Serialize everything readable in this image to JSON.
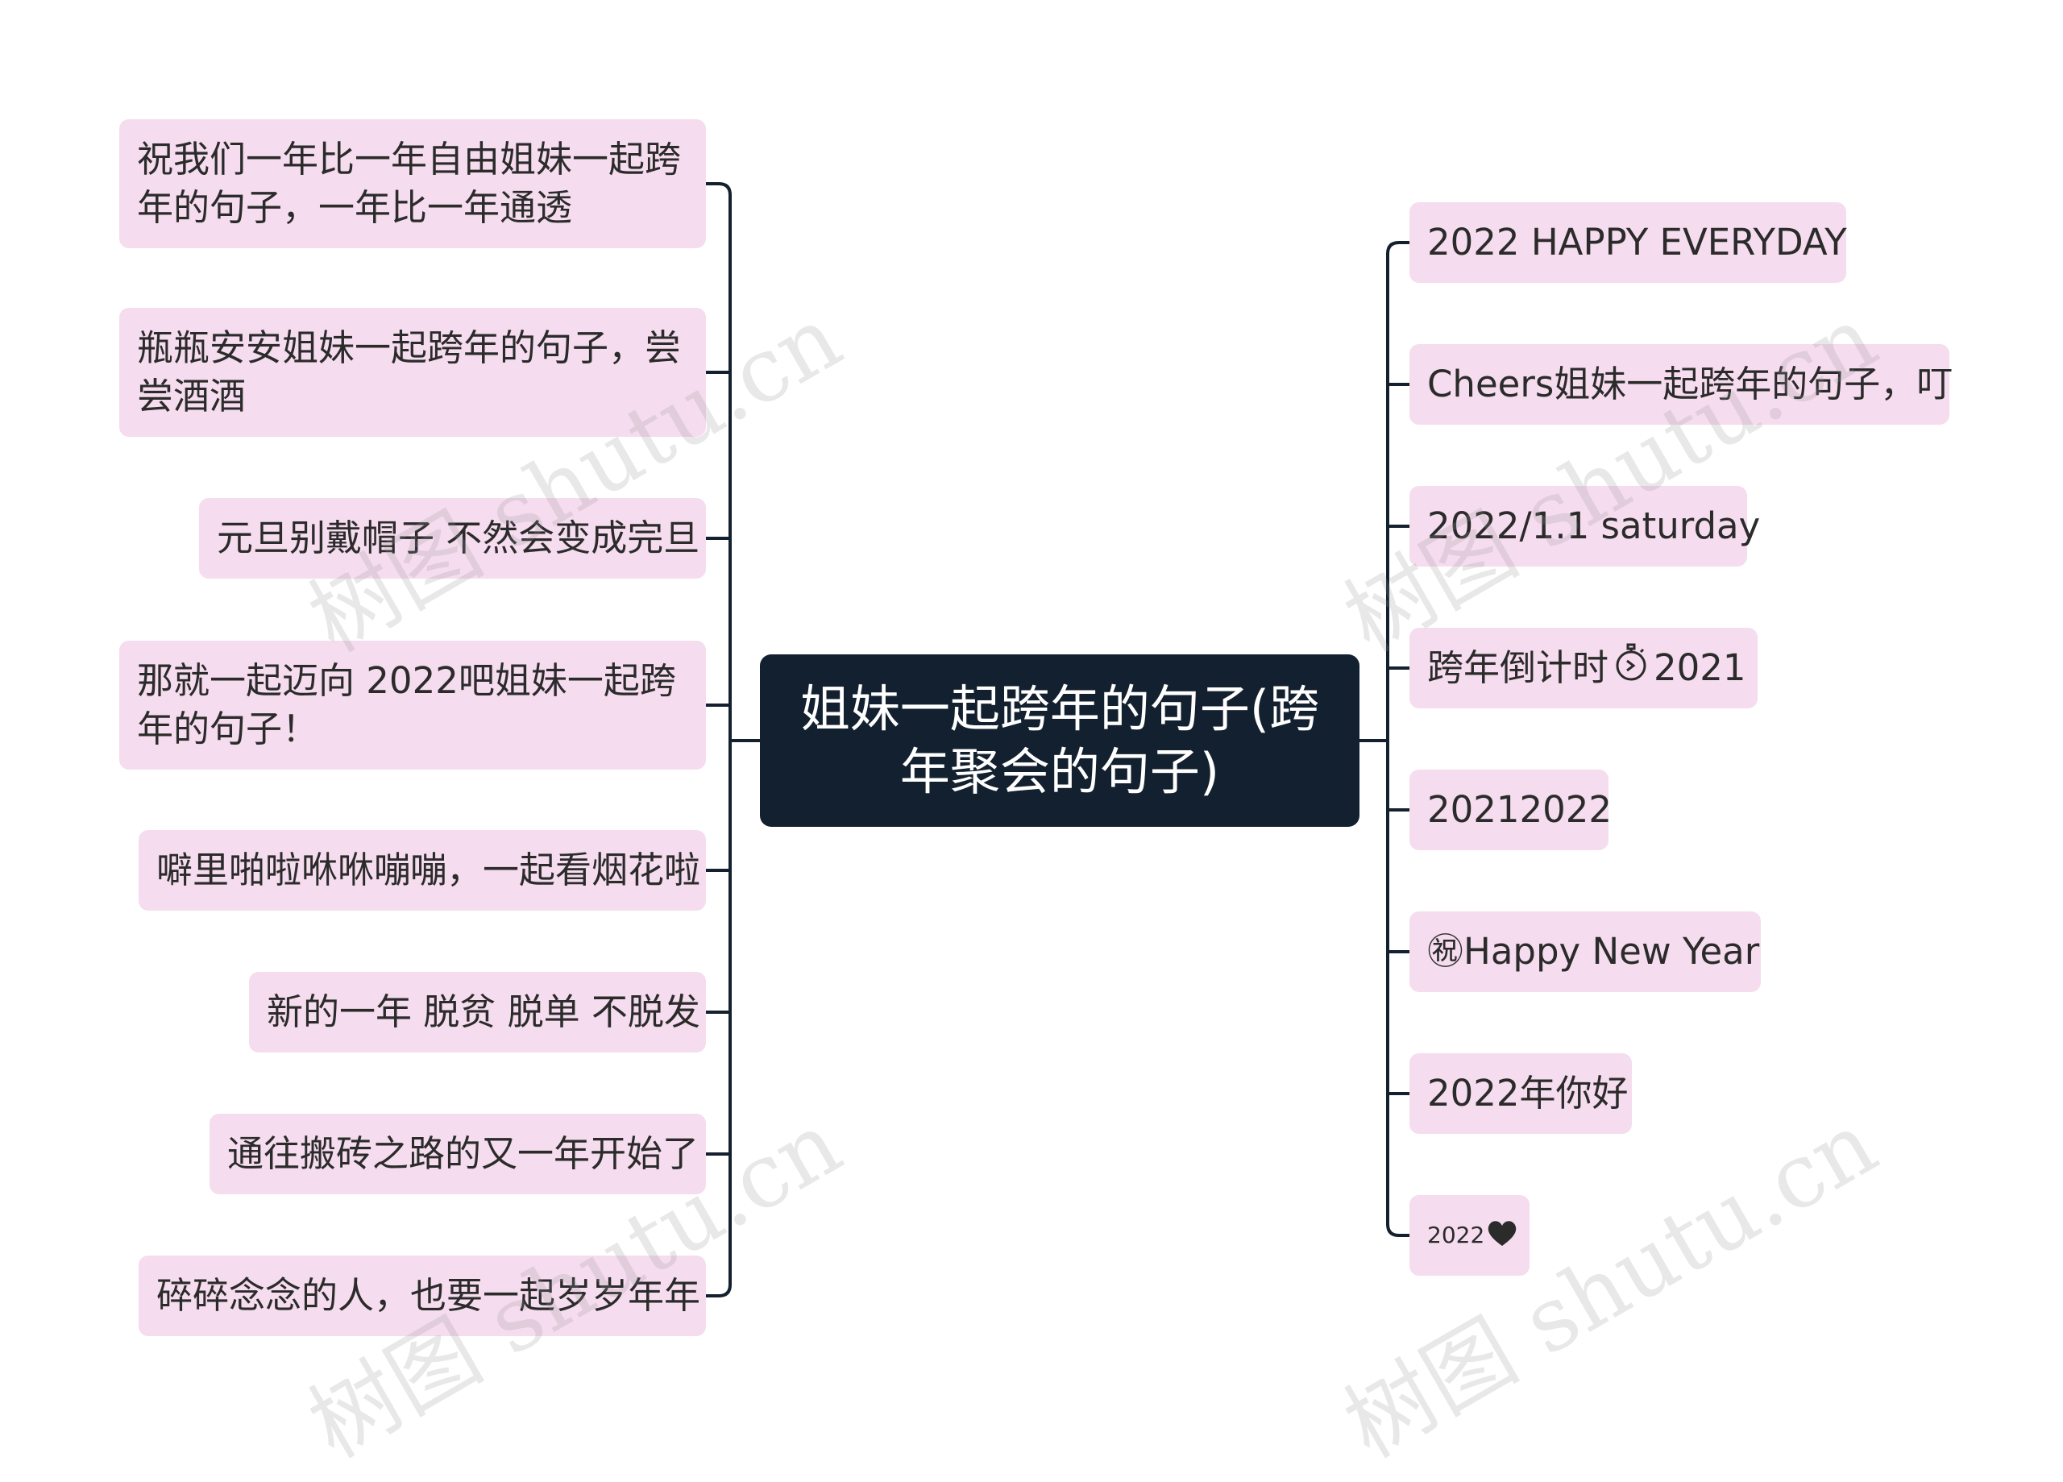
{
  "root": {
    "label": "姐妹一起跨年的句子(跨年聚会的句子)"
  },
  "left_nodes": [
    {
      "label": "祝我们一年比一年自由姐妹一起跨年的句子，一年比一年通透"
    },
    {
      "label": "瓶瓶安安姐妹一起跨年的句子，尝尝酒酒"
    },
    {
      "label": "元旦别戴帽子 不然会变成完旦"
    },
    {
      "label": "那就一起迈向 2022吧姐妹一起跨年的句子！"
    },
    {
      "label": "噼里啪啦咻咻嘣嘣，一起看烟花啦"
    },
    {
      "label": "新的一年 脱贫 脱单 不脱发"
    },
    {
      "label": "通往搬砖之路的又一年开始了"
    },
    {
      "label": "碎碎念念的人，也要一起岁岁年年"
    }
  ],
  "right_nodes": [
    {
      "label": "2022 HAPPY EVERYDAY"
    },
    {
      "label": "Cheers姐妹一起跨年的句子，叮"
    },
    {
      "label": "2022/1.1 saturday"
    },
    {
      "label_before": "跨年倒计时",
      "icon": "stopwatch-icon",
      "label_after": "2021"
    },
    {
      "label": "20212022"
    },
    {
      "prefix": "㊗",
      "label": "Happy New Year"
    },
    {
      "label": "2022年你好"
    },
    {
      "label": "2022",
      "icon": "heart-icon"
    }
  ],
  "watermarks": [
    "树图 shutu.cn",
    "树图 shutu.cn",
    "树图 shutu.cn",
    "树图 shutu.cn"
  ],
  "colors": {
    "node_bg": "#f5dcee",
    "root_bg": "#13202f",
    "line": "#13202f"
  }
}
